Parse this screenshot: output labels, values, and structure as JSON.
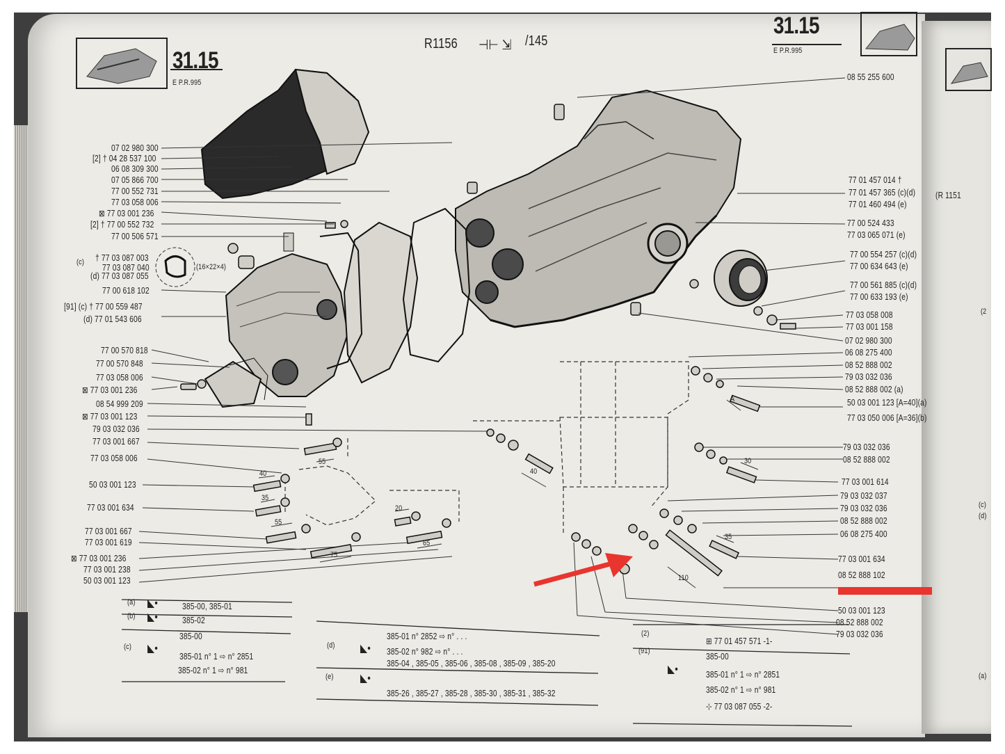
{
  "header": {
    "section": "31.15",
    "section_sub": "E P.R.995",
    "ref": "R1156",
    "page": "/145",
    "part_top_right": "08 55 255 600"
  },
  "right_page": {
    "ref": "(R 1151",
    "notes": [
      "(2",
      "(c)",
      "(d)",
      "(a)"
    ]
  },
  "left_labels": [
    "07 02 980 300",
    "[2] † 04 28 537 100",
    "06 08 309 300",
    "07 05 866 700",
    "77 00 552 731",
    "77 03 058 006",
    "77 03 001 236",
    "[2] † 77 00 552 732",
    "77 00 506 571",
    "† 77 03 087 003",
    "77 03 087 040",
    "(d) 77 03 087 055",
    "77 00 618 102",
    "[91] (c) † 77 00 559 487",
    "(d) 77 01 543 606",
    "77 00 570 818",
    "77 00 570 848",
    "77 03 058 006",
    "77 03 001 236",
    "08 54 999 209",
    "77 03 001 123",
    "79 03 032 036",
    "77 03 001 667",
    "77 03 058 006",
    "50 03 001 123",
    "77 03 001 634",
    "77 03 001 667",
    "77 03 001 619",
    "77 03 001 236",
    "77 03 001 238",
    "50 03 001 123"
  ],
  "seal_note": "(c)",
  "seal_dim": "(16×22×4)",
  "right_labels": [
    "77 01 457 014 †",
    "77 01 457 365 (c)(d)",
    "77 01 460 494 (e)",
    "77 00 524 433",
    "77 03 065 071 (e)",
    "77 00 554 257 (c)(d)",
    "77 00 634 643 (e)",
    "77 00 561 885 (c)(d)",
    "77 00 633 193 (e)",
    "77 03 058 008",
    "77 03 001 158",
    "07 02 980 300",
    "06 08 275 400",
    "08 52 888 002",
    "79 03 032 036",
    "08 52 888 002 (a)",
    "50 03 001 123 [A=40](a)",
    "77 03 050 006 [A=36](b)",
    "79 03 032 036",
    "08 52 888 002",
    "77 03 001 614",
    "79 03 032 037",
    "79 03 032 036",
    "08 52 888 002",
    "06 08 275 400",
    "77 03 001 634",
    "08 52 888 102",
    "50 03 001 123",
    "08 52 888 002",
    "79 03 032 036"
  ],
  "dims": [
    "55",
    "40",
    "35",
    "55",
    "20",
    "75",
    "65",
    "40",
    "A",
    "30",
    "35",
    "110"
  ],
  "table_left": {
    "a": {
      "key": "(a)",
      "value": "385-00, 385-01"
    },
    "b": {
      "key": "(b)",
      "value": "385-02"
    },
    "c": {
      "key": "(c)",
      "head": "385-00",
      "row1": "385-01 n° 1 ⇨ n° 2851",
      "row2": "385-02 n° 1 ⇨ n° 981"
    }
  },
  "table_mid": {
    "d": {
      "key": "(d)",
      "row1": "385-01 n° 2852 ⇨ n° . . .",
      "row2": "385-02 n° 982 ⇨ n° . . .",
      "row3": "385-04 , 385-05 , 385-06 , 385-08 , 385-09 , 385-20"
    },
    "e": {
      "key": "(e)",
      "row1": "385-26 , 385-27 , 385-28 , 385-30 , 385-31 , 385-32"
    }
  },
  "table_right": {
    "n2": {
      "key": "(2)",
      "value": "77 01 457 571 -1-"
    },
    "n91": {
      "key": "(91)",
      "head": "385-00",
      "row1": "385-01 n° 1 ⇨ n° 2851",
      "row2": "385-02 n° 1 ⇨ n° 981",
      "row3": "77 03 087 055 -2-"
    }
  },
  "colors": {
    "page": "#ecebe6",
    "ink": "#222222",
    "annotation": "#e8352e"
  }
}
